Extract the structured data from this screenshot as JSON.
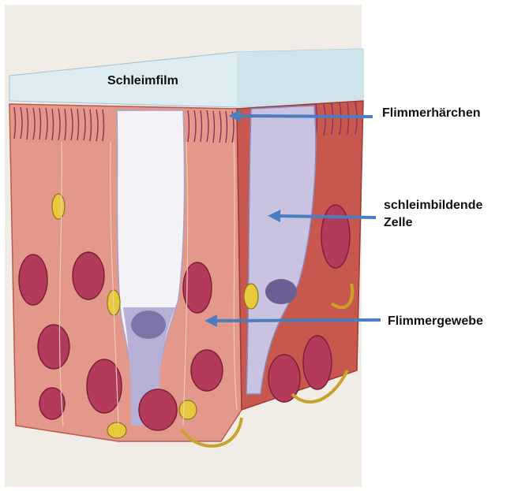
{
  "diagram": {
    "labels": {
      "mucus_film": "Schleimfilm",
      "cilia": "Flimmerhärchen",
      "goblet_cell_line1": "schleimbildende",
      "goblet_cell_line2": "Zelle",
      "ciliated_tissue": "Flimmergewebe"
    },
    "colors": {
      "arrow": "#4a7ec0",
      "mucus": "#dcecf0",
      "cell": "#e4988a",
      "nucleus": "#b43a5a",
      "goblet": "#f4f2f7",
      "goblet_side": "#b7b0d6"
    }
  }
}
